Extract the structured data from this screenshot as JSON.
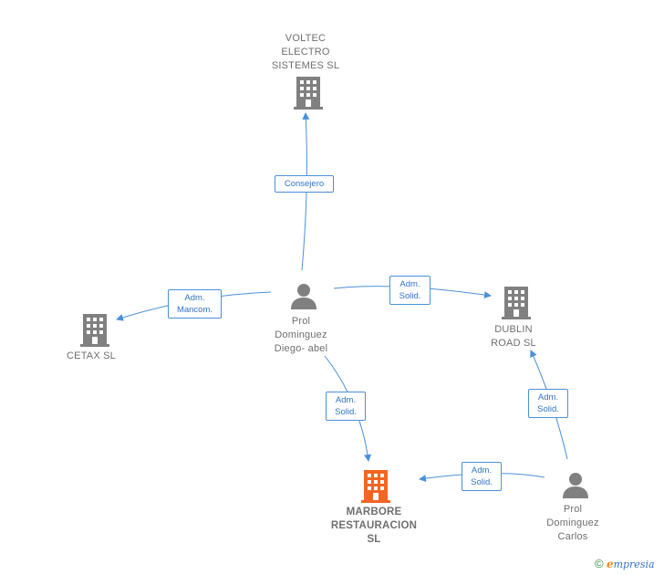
{
  "nodes": {
    "voltec": {
      "label_lines": [
        "VOLTEC",
        "ELECTRO",
        "SISTEMES SL"
      ]
    },
    "cetax": {
      "label_lines": [
        "CETAX SL"
      ]
    },
    "dublin": {
      "label_lines": [
        "DUBLIN",
        "ROAD  SL"
      ]
    },
    "marbore": {
      "label_lines": [
        "MARBORE",
        "RESTAURACION",
        "SL"
      ]
    },
    "prol_diego": {
      "label_lines": [
        "Prol",
        "Dominguez",
        "Diego- abel"
      ]
    },
    "prol_carlos": {
      "label_lines": [
        "Prol",
        "Dominguez",
        "Carlos"
      ]
    }
  },
  "edges": {
    "consejero": {
      "lines": [
        "Consejero"
      ]
    },
    "adm_mancom": {
      "lines": [
        "Adm.",
        "Mancom."
      ]
    },
    "adm_solid_dublin_diego": {
      "lines": [
        "Adm.",
        "Solid."
      ]
    },
    "adm_solid_marbore_diego": {
      "lines": [
        "Adm.",
        "Solid."
      ]
    },
    "adm_solid_dublin_carlos": {
      "lines": [
        "Adm.",
        "Solid."
      ]
    },
    "adm_solid_marbore_carlos": {
      "lines": [
        "Adm.",
        "Solid."
      ]
    }
  },
  "colors": {
    "company": "#808080",
    "main_company": "#f26522",
    "person": "#808080",
    "edge": "#4a90d9"
  },
  "icons": {
    "company": "building-icon",
    "person": "person-icon"
  },
  "footer": {
    "copyright": "©",
    "brand_initial": "e",
    "brand_rest": "mpresia"
  }
}
